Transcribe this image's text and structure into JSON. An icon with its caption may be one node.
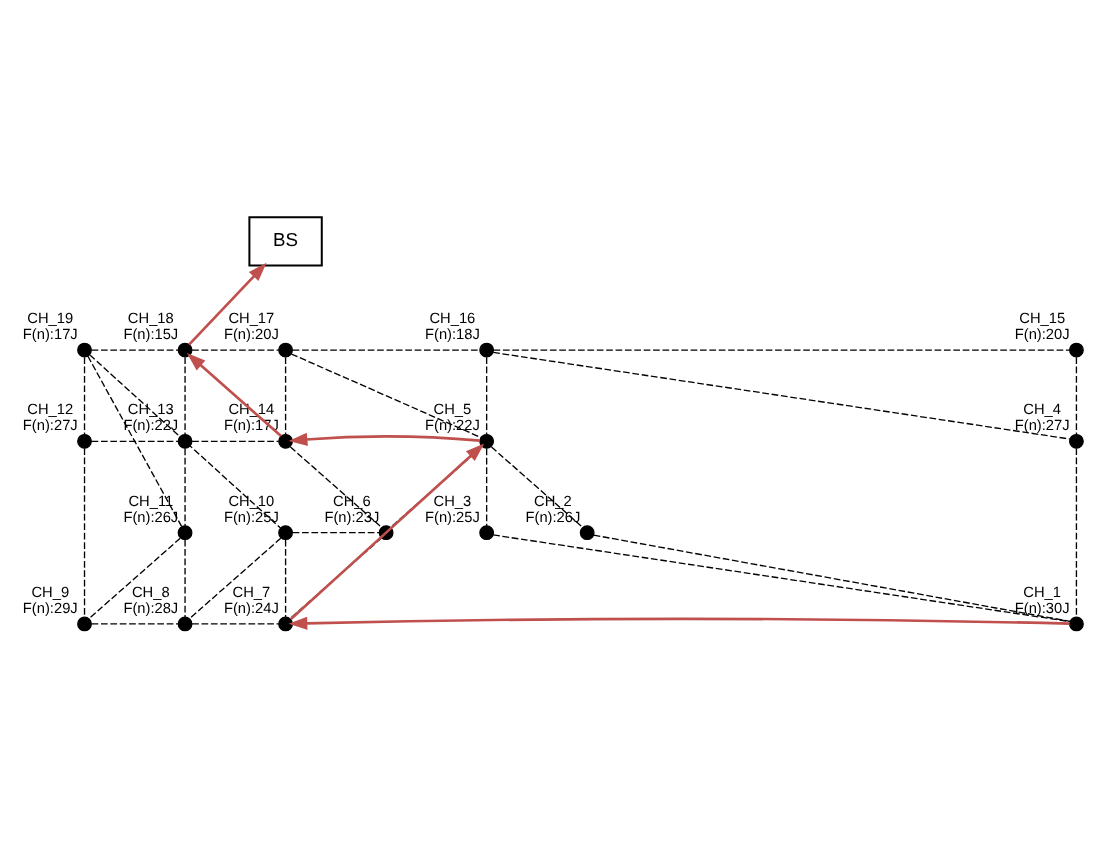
{
  "diagram": {
    "nodes": [
      {
        "text": [
          "BS"
        ]
      },
      {
        "text": [],
        "shape": "circle",
        "beside": [
          "CH_19",
          "F(n):17J"
        ]
      },
      {
        "text": [],
        "shape": "circle",
        "beside": [
          "CH_18",
          "F(n):15J"
        ]
      },
      {
        "text": [],
        "shape": "circle",
        "beside": [
          "CH_17",
          "F(n):20J"
        ]
      },
      {
        "text": [],
        "shape": "circle",
        "beside": [
          "CH_16",
          "F(n):18J"
        ]
      },
      {
        "text": [],
        "shape": "circle",
        "beside": [
          "CH_15",
          "F(n):20J"
        ]
      },
      {
        "text": [],
        "shape": "circle",
        "beside": [
          "CH_12",
          "F(n):27J"
        ]
      },
      {
        "text": [],
        "shape": "circle",
        "beside": [
          "CH_13",
          "F(n):22J"
        ]
      },
      {
        "text": [],
        "shape": "circle",
        "beside": [
          "CH_14",
          "F(n):17J"
        ]
      },
      {
        "text": [],
        "shape": "circle",
        "beside": [
          "CH_5",
          "F(n):22J"
        ]
      },
      {
        "text": [],
        "shape": "circle",
        "beside": [
          "CH_4",
          "F(n):27J"
        ]
      },
      {
        "text": [],
        "shape": "circle",
        "beside": [
          "CH_11",
          "F(n):26J"
        ]
      },
      {
        "text": [],
        "shape": "circle",
        "beside": [
          "CH_10",
          "F(n):25J"
        ]
      },
      {
        "text": [],
        "shape": "circle",
        "beside": [
          "CH_6",
          "F(n):23J"
        ]
      },
      {
        "text": [],
        "shape": "circle",
        "beside": [
          "CH_3",
          "F(n):25J"
        ]
      },
      {
        "text": [],
        "shape": "circle",
        "beside": [
          "CH_2",
          "F(n):26J"
        ]
      },
      {
        "text": [],
        "shape": "circle",
        "beside": [
          "CH_9",
          "F(n):29J"
        ]
      },
      {
        "text": [],
        "shape": "circle",
        "beside": [
          "CH_8",
          "F(n):28J"
        ]
      },
      {
        "text": [],
        "shape": "circle",
        "beside": [
          "CH_7",
          "F(n):24J"
        ]
      },
      {
        "text": [],
        "shape": "circle",
        "beside": [
          "CH_1",
          "F(n):30J"
        ]
      }
    ],
    "edges": [
      {
        "from": 1,
        "to": 2,
        "arrow": "none",
        "style": "dashed"
      },
      {
        "from": 2,
        "to": 3,
        "arrow": "none",
        "style": "dashed"
      },
      {
        "from": 3,
        "to": 4,
        "arrow": "none",
        "style": "dashed"
      },
      {
        "from": 4,
        "to": 5,
        "arrow": "none",
        "style": "dashed"
      },
      {
        "from": 1,
        "to": 6,
        "arrow": "none",
        "style": "dashed"
      },
      {
        "from": 1,
        "to": 12,
        "arrow": "none",
        "style": "dashed"
      },
      {
        "from": 1,
        "to": 11,
        "arrow": "none",
        "style": "dashed"
      },
      {
        "from": 2,
        "to": 7,
        "arrow": "none",
        "style": "dashed"
      },
      {
        "from": 3,
        "to": 8,
        "arrow": "none",
        "style": "dashed"
      },
      {
        "from": 3,
        "to": 9,
        "arrow": "none",
        "style": "dashed"
      },
      {
        "from": 4,
        "to": 9,
        "arrow": "none",
        "style": "dashed"
      },
      {
        "from": 4,
        "to": 10,
        "arrow": "none",
        "style": "dashed"
      },
      {
        "from": 5,
        "to": 10,
        "arrow": "none",
        "style": "dashed"
      },
      {
        "from": 6,
        "to": 7,
        "arrow": "none",
        "style": "dashed"
      },
      {
        "from": 7,
        "to": 8,
        "arrow": "none",
        "style": "dashed"
      },
      {
        "from": 6,
        "to": 16,
        "arrow": "none",
        "style": "dashed"
      },
      {
        "from": 7,
        "to": 11,
        "arrow": "none",
        "style": "dashed"
      },
      {
        "from": 8,
        "to": 13,
        "arrow": "none",
        "style": "dashed"
      },
      {
        "from": 9,
        "to": 13,
        "arrow": "none",
        "style": "dashed"
      },
      {
        "from": 9,
        "to": 14,
        "arrow": "none",
        "style": "dashed"
      },
      {
        "from": 9,
        "to": 15,
        "arrow": "none",
        "style": "dashed"
      },
      {
        "from": 10,
        "to": 19,
        "arrow": "none",
        "style": "dashed"
      },
      {
        "from": 11,
        "to": 16,
        "arrow": "none",
        "style": "dashed"
      },
      {
        "from": 11,
        "to": 17,
        "arrow": "none",
        "style": "dashed"
      },
      {
        "from": 12,
        "to": 13,
        "arrow": "none",
        "style": "dashed"
      },
      {
        "from": 12,
        "to": 17,
        "arrow": "none",
        "style": "dashed"
      },
      {
        "from": 12,
        "to": 18,
        "arrow": "none",
        "style": "dashed"
      },
      {
        "from": 13,
        "to": 18,
        "arrow": "none",
        "style": "dashed"
      },
      {
        "from": 14,
        "to": 19,
        "arrow": "none",
        "style": "dashed"
      },
      {
        "from": 15,
        "to": 19,
        "arrow": "none",
        "style": "dashed"
      },
      {
        "from": 16,
        "to": 17,
        "arrow": "none",
        "style": "dashed"
      },
      {
        "from": 17,
        "to": 18,
        "arrow": "none",
        "style": "dashed"
      },
      {
        "from": 19,
        "to": 18,
        "arrow": "to",
        "color": "#c0504d"
      },
      {
        "from": 18,
        "to": 9,
        "arrow": "to",
        "color": "#c0504d"
      },
      {
        "from": 9,
        "to": 8,
        "arrow": "to",
        "color": "#c0504d"
      },
      {
        "from": 8,
        "to": 2,
        "arrow": "to",
        "color": "#c0504d"
      },
      {
        "from": 2,
        "to": 0,
        "arrow": "to",
        "color": "#c0504d"
      }
    ]
  }
}
